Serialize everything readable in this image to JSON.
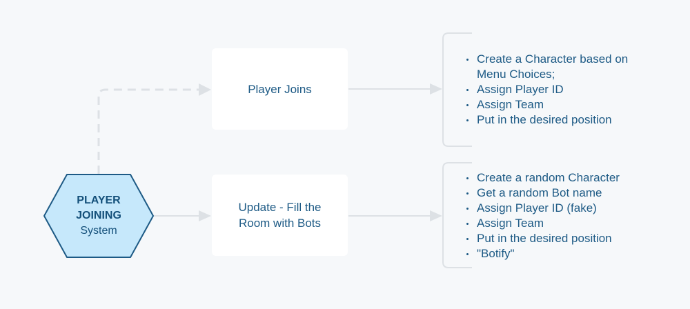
{
  "hub": {
    "title_line1": "PLAYER",
    "title_line2": "JOINING",
    "subtitle": "System"
  },
  "boxes": {
    "player_joins": "Player Joins",
    "update_line1": "Update - Fill the",
    "update_line2": "Room with Bots"
  },
  "player_steps": [
    "Create a Character based on",
    "Menu Choices;",
    "Assign Player ID",
    "Assign Team",
    "Put in the desired position"
  ],
  "bot_steps": [
    "Create a random Character",
    "Get a random Bot name",
    "Assign Player ID (fake)",
    "Assign Team",
    "Put in the desired position",
    "\"Botify\""
  ],
  "colors": {
    "hex_fill": "#c6e8fb",
    "hex_stroke": "#1d5a85",
    "connector": "#dde1e5",
    "text": "#1d5a85",
    "background": "#f6f8fa"
  }
}
